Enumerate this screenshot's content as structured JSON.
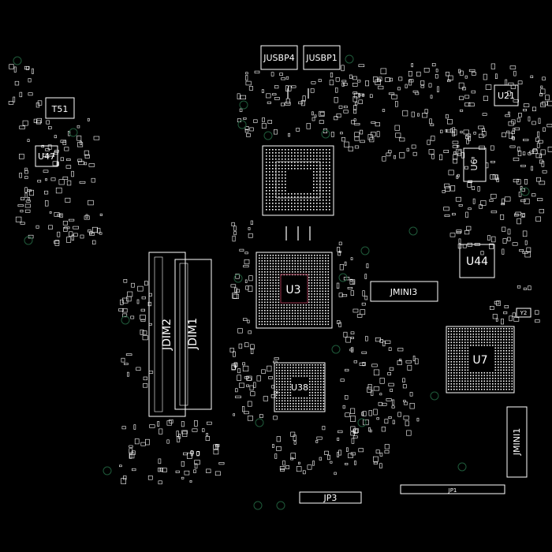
{
  "board": {
    "background": "#000000",
    "outline_color": "#ffffff",
    "via_color": "#1f5a3a",
    "accent_color": "#c04060"
  },
  "components": {
    "jusbp4": "JUSBP4",
    "jusbp1": "JUSBP1",
    "t51": "T51",
    "u47": "U47",
    "u21": "U21",
    "u6": "U6",
    "u44": "U44",
    "u3": "U3",
    "jmini3": "JMINI3",
    "y2": "Y2",
    "u7": "U7",
    "jdim2": "JDIM2",
    "jdim1": "JDIM1",
    "u38": "U38",
    "jmini1": "JMINI1",
    "jp3": "JP3",
    "jp1": "JP1"
  }
}
